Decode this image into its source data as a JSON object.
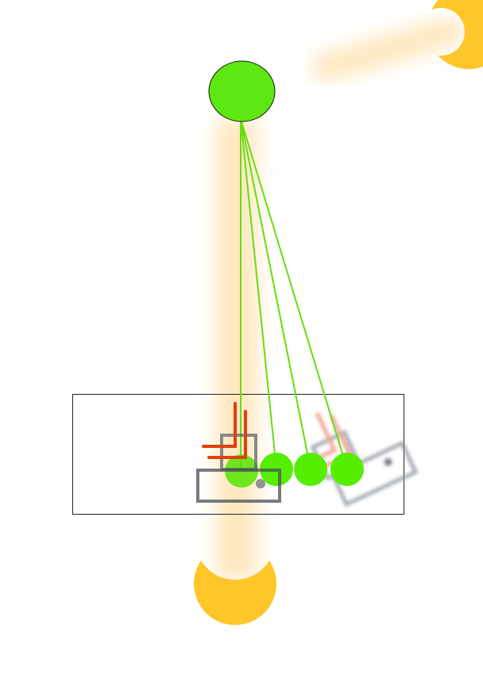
{
  "colors": {
    "ball": "#55ee00",
    "string": "#66dd11",
    "sun": "#ffc629",
    "glow": "#ffd27a",
    "frame": "#222222",
    "block": "#555c66",
    "marker": "#e04010"
  },
  "pendulum": {
    "ball_count": 4,
    "string_angles_deg": [
      0,
      5.6,
      10.6,
      16
    ]
  }
}
